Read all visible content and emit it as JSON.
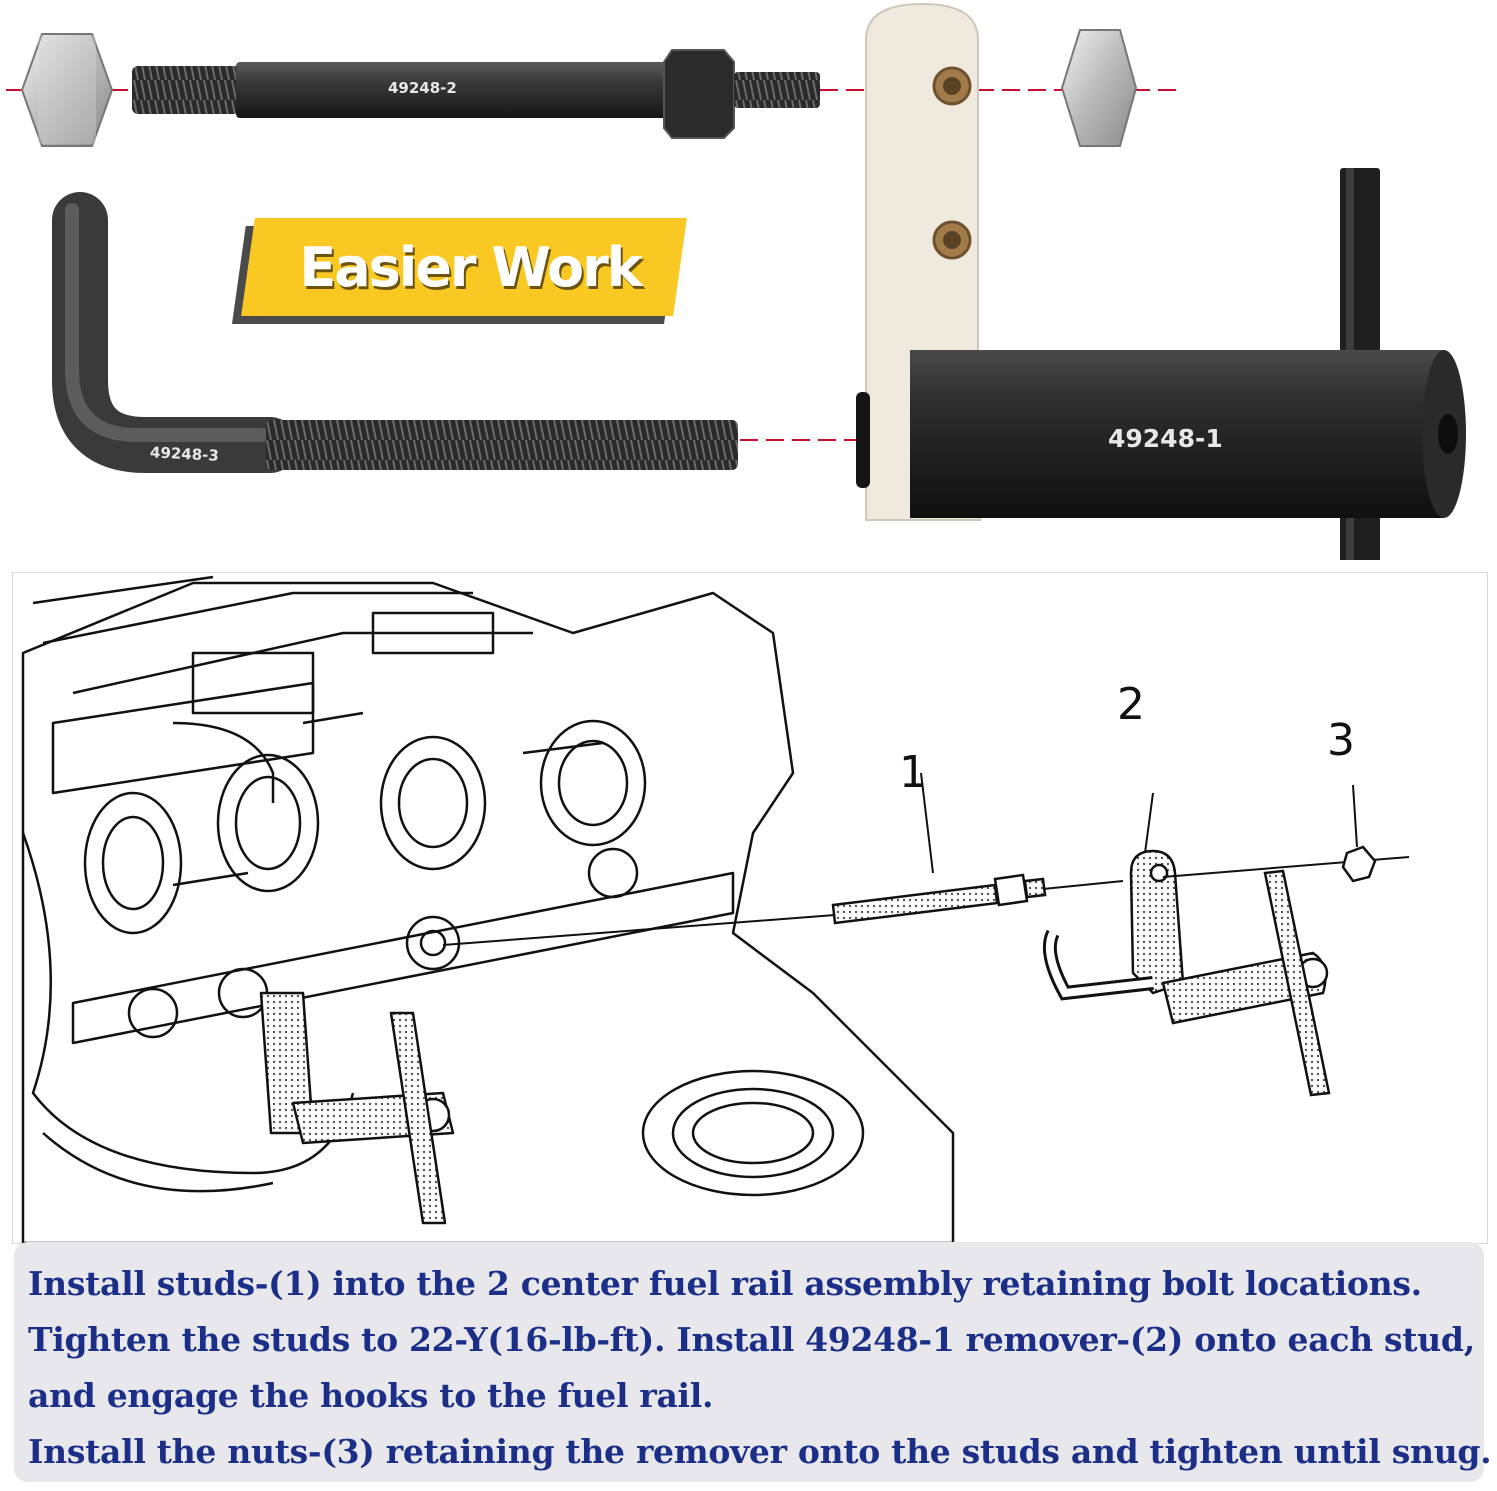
{
  "banner": {
    "text": "Easier Work"
  },
  "parts": {
    "stud_label": "49248-2",
    "hook_label": "49248-3",
    "remover_label": "49248-1"
  },
  "diagram": {
    "callouts": [
      "1",
      "2",
      "3"
    ]
  },
  "instructions": {
    "lines": [
      "Install studs-(1) into the 2 center fuel rail assembly retaining bolt locations.",
      "Tighten the studs to 22-Y(16-lb-ft). Install 49248-1 remover-(2) onto each stud,",
      "and engage the hooks to the fuel rail.",
      "Install the nuts-(3) retaining the remover onto the studs and tighten until snug."
    ]
  },
  "colors": {
    "banner_yellow": "#f9c823",
    "instruction_text": "#1c2f88",
    "guide_line_red": "#c8102e",
    "tool_black": "#2a2a2a"
  }
}
